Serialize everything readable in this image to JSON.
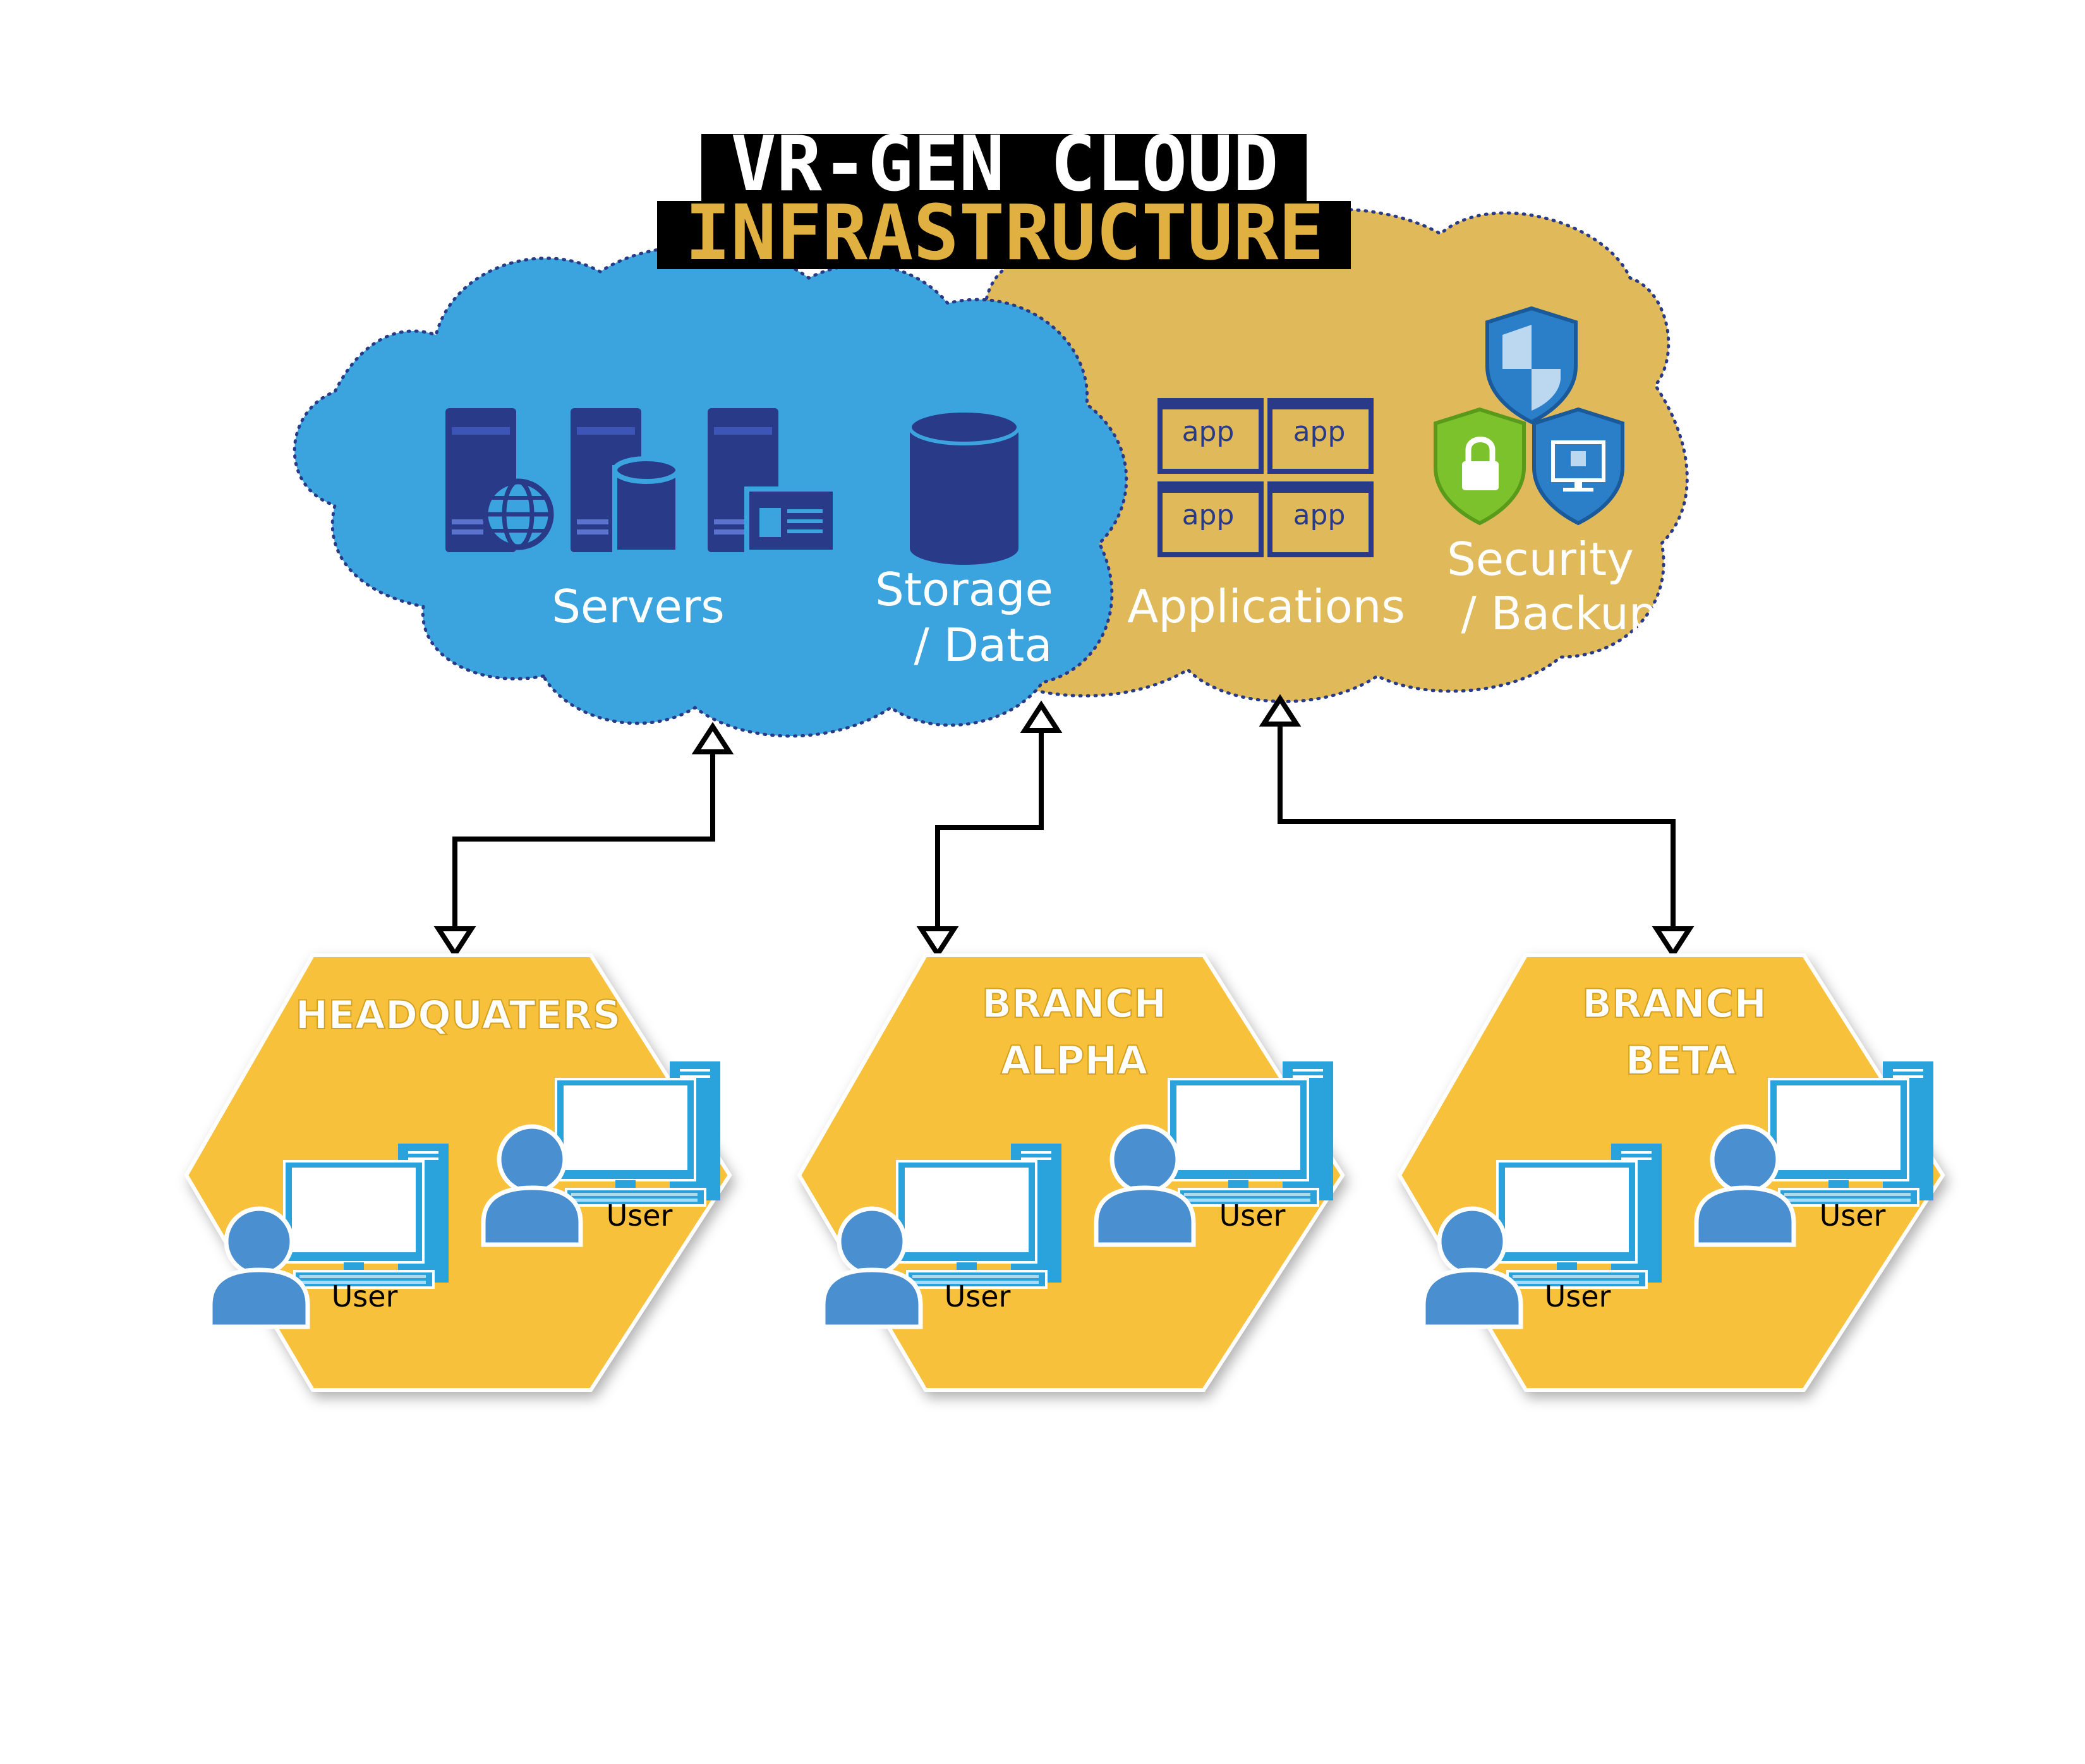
{
  "title": {
    "line1": "VR-GEN CLOUD",
    "line2": "INFRASTRUCTURE"
  },
  "cloud": {
    "servers_label": "Servers",
    "storage_label_1": "Storage",
    "storage_label_2": "/ Data",
    "applications_label": "Applications",
    "app_tiles": [
      "app",
      "app",
      "app",
      "app"
    ],
    "security_label_1": "Security",
    "security_label_2": "/ Backup"
  },
  "sites": [
    {
      "name_1": "HEADQUATERS",
      "name_2": "",
      "user_front": "User",
      "user_back": "User"
    },
    {
      "name_1": "BRANCH",
      "name_2": "ALPHA",
      "user_front": "User",
      "user_back": "User"
    },
    {
      "name_1": "BRANCH",
      "name_2": "BETA",
      "user_front": "User",
      "user_back": "User"
    }
  ],
  "colors": {
    "blue_cloud": "#3ba3de",
    "gold_cloud": "#dfb95a",
    "hexagon": "#f8c13a",
    "server_navy": "#283a88",
    "user_blue": "#4a8fd0",
    "monitor_blue": "#2aa3dc",
    "security_green": "#7cc22d"
  }
}
